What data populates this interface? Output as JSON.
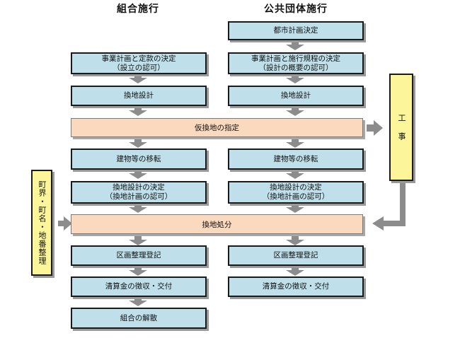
{
  "headers": {
    "left": "組合施行",
    "right": "公共団体施行"
  },
  "left_column": [
    [
      "事業計画と定款の決定",
      "（設立の認可）"
    ],
    [
      "換地設計"
    ],
    [
      "建物等の移転"
    ],
    [
      "換地設計の決定",
      "（換地計画の認可）"
    ],
    [
      "区画整理登記"
    ],
    [
      "清算金の徴収・交付"
    ],
    [
      "組合の解散"
    ]
  ],
  "right_column": [
    [
      "都市計画決定"
    ],
    [
      "事業計画と施行規程の決定",
      "（設計の概要の認可）"
    ],
    [
      "換地設計"
    ],
    [
      "建物等の移転"
    ],
    [
      "換地設計の決定",
      "（換地計画の認可）"
    ],
    [
      "区画整理登記"
    ],
    [
      "清算金の徴収・交付"
    ]
  ],
  "shared_steps": {
    "provisional": "仮換地の指定",
    "disposition": "換地処分"
  },
  "side_boxes": {
    "construction": "工　事",
    "boundary": "町界・町名・地番整理"
  }
}
